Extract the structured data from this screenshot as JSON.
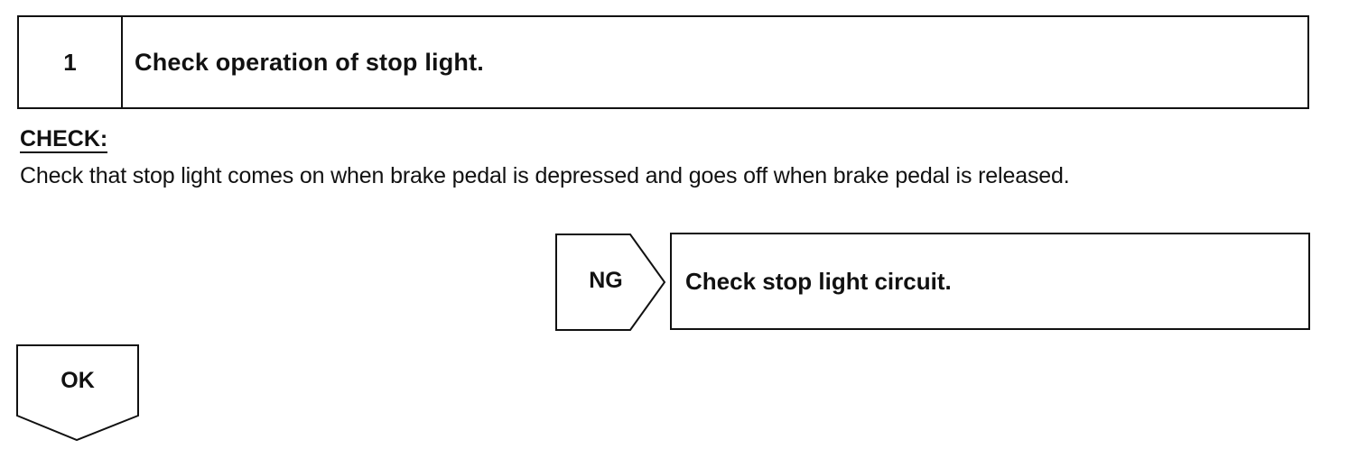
{
  "step": {
    "number": "1",
    "title": "Check operation of stop light."
  },
  "check": {
    "label": "CHECK:",
    "text": "Check that stop light comes on when brake pedal is depressed and goes off when brake pedal is released."
  },
  "ng_branch": {
    "label": "NG",
    "result": "Check stop light circuit."
  },
  "ok_branch": {
    "label": "OK"
  }
}
